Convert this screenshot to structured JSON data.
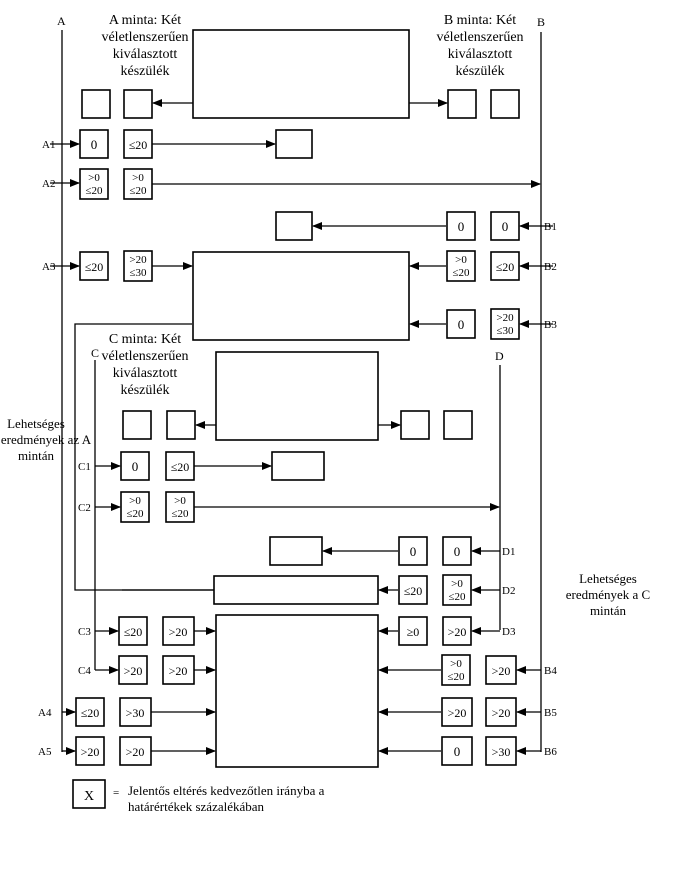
{
  "sample_a": {
    "line1": "A minta: Két",
    "line2": "véletlenszerűen",
    "line3": "kiválasztott",
    "line4": "készülék"
  },
  "sample_b": {
    "line1": "B minta: Két",
    "line2": "véletlenszerűen",
    "line3": "kiválasztott",
    "line4": "készülék"
  },
  "sample_c": {
    "line1": "C minta: Két",
    "line2": "véletlenszerűen",
    "line3": "kiválasztott",
    "line4": "készülék"
  },
  "axis_labels": {
    "a": "A",
    "b": "B",
    "c": "C",
    "d": "D"
  },
  "left_note": {
    "line1": "Lehetséges",
    "line2": "eredmények az A",
    "line3": "mintán"
  },
  "right_note": {
    "line1": "Lehetséges",
    "line2": "eredmények a C",
    "line3": "mintán"
  },
  "row_labels": {
    "a1": "A1",
    "a2": "A2",
    "a3": "A3",
    "a4": "A4",
    "a5": "A5",
    "b1": "B1",
    "b2": "B2",
    "b3": "B3",
    "b4": "B4",
    "b5": "B5",
    "b6": "B6",
    "c1": "C1",
    "c2": "C2",
    "c3": "C3",
    "c4": "C4",
    "d1": "D1",
    "d2": "D2",
    "d3": "D3"
  },
  "values": {
    "a1_1": "0",
    "a1_2": "≤20",
    "a2_1_top": ">0",
    "a2_1_bot": "≤20",
    "a2_2_top": ">0",
    "a2_2_bot": "≤20",
    "a3_1": "≤20",
    "a3_2_top": ">20",
    "a3_2_bot": "≤30",
    "b1_1": "0",
    "b1_2": "0",
    "b2_1_top": ">0",
    "b2_1_bot": "≤20",
    "b2_2": "≤20",
    "b3_1": "0",
    "b3_2_top": ">20",
    "b3_2_bot": "≤30",
    "c1_1": "0",
    "c1_2": "≤20",
    "c2_1_top": ">0",
    "c2_1_bot": "≤20",
    "c2_2_top": ">0",
    "c2_2_bot": "≤20",
    "d1_1": "0",
    "d1_2": "0",
    "d2_1": "≤20",
    "d2_2_top": ">0",
    "d2_2_bot": "≤20",
    "c3_1": "≤20",
    "c3_2": ">20",
    "d3_1": "≥0",
    "d3_2": ">20",
    "c4_1": ">20",
    "c4_2": ">20",
    "b4_1_top": ">0",
    "b4_1_bot": "≤20",
    "b4_2": ">20",
    "a4_1": "≤20",
    "a4_2": ">30",
    "b5_1": ">20",
    "b5_2": ">20",
    "a5_1": ">20",
    "a5_2": ">20",
    "b6_1": "0",
    "b6_2": ">30"
  },
  "legend": {
    "symbol": "X",
    "equals": "=",
    "line1": "Jelentős eltérés kedvezőtlen irányba a",
    "line2": "határértékek százalékában"
  }
}
